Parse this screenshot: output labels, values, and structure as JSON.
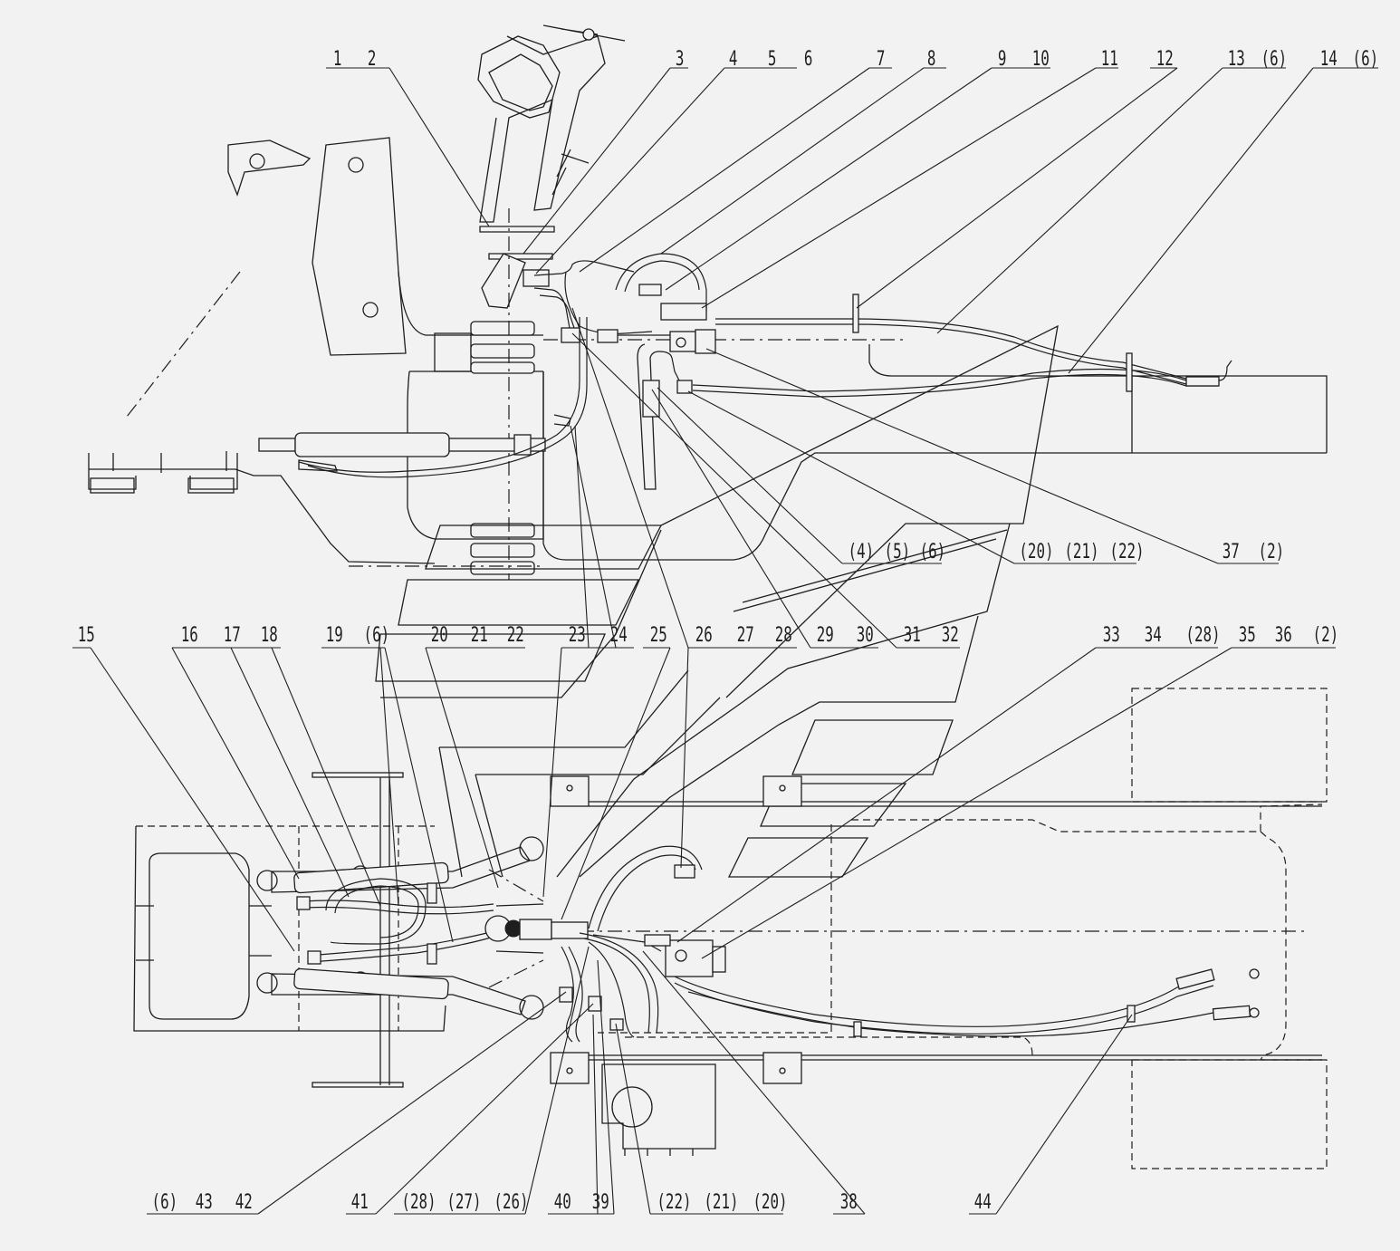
{
  "callouts_top": [
    {
      "id": "c1",
      "text": "1"
    },
    {
      "id": "c2",
      "text": "2"
    },
    {
      "id": "c3",
      "text": "3"
    },
    {
      "id": "c4",
      "text": "4"
    },
    {
      "id": "c5",
      "text": "5"
    },
    {
      "id": "c6",
      "text": "6"
    },
    {
      "id": "c7",
      "text": "7"
    },
    {
      "id": "c8",
      "text": "8"
    },
    {
      "id": "c9",
      "text": "9"
    },
    {
      "id": "c10",
      "text": "10"
    },
    {
      "id": "c11",
      "text": "11"
    },
    {
      "id": "c12",
      "text": "12"
    },
    {
      "id": "c13",
      "text": "13"
    },
    {
      "id": "c13b",
      "text": "(6)"
    },
    {
      "id": "c14",
      "text": "14"
    },
    {
      "id": "c14b",
      "text": "(6)"
    }
  ],
  "callouts_mid": [
    {
      "id": "m4",
      "text": "(4)"
    },
    {
      "id": "m5",
      "text": "(5)"
    },
    {
      "id": "m6",
      "text": "(6)"
    },
    {
      "id": "m20",
      "text": "(20)"
    },
    {
      "id": "m21",
      "text": "(21)"
    },
    {
      "id": "m22",
      "text": "(22)"
    },
    {
      "id": "m37",
      "text": "37"
    },
    {
      "id": "m37b",
      "text": "(2)"
    },
    {
      "id": "m15",
      "text": "15"
    },
    {
      "id": "m16",
      "text": "16"
    },
    {
      "id": "m17",
      "text": "17"
    },
    {
      "id": "m18",
      "text": "18"
    },
    {
      "id": "m19",
      "text": "19"
    },
    {
      "id": "m19b",
      "text": "(6)"
    },
    {
      "id": "m20b",
      "text": "20"
    },
    {
      "id": "m21b",
      "text": "21"
    },
    {
      "id": "m22b",
      "text": "22"
    },
    {
      "id": "m23",
      "text": "23"
    },
    {
      "id": "m24",
      "text": "24"
    },
    {
      "id": "m25",
      "text": "25"
    },
    {
      "id": "m26",
      "text": "26"
    },
    {
      "id": "m27",
      "text": "27"
    },
    {
      "id": "m28",
      "text": "28"
    },
    {
      "id": "m29",
      "text": "29"
    },
    {
      "id": "m30",
      "text": "30"
    },
    {
      "id": "m31",
      "text": "31"
    },
    {
      "id": "m32",
      "text": "32"
    },
    {
      "id": "m33",
      "text": "33"
    },
    {
      "id": "m34",
      "text": "34"
    },
    {
      "id": "m34b",
      "text": "(28)"
    },
    {
      "id": "m35",
      "text": "35"
    },
    {
      "id": "m36",
      "text": "36"
    },
    {
      "id": "m36b",
      "text": "(2)"
    }
  ],
  "callouts_bottom": [
    {
      "id": "b6",
      "text": "(6)"
    },
    {
      "id": "b43",
      "text": "43"
    },
    {
      "id": "b42",
      "text": "42"
    },
    {
      "id": "b41",
      "text": "41"
    },
    {
      "id": "b28",
      "text": "(28)"
    },
    {
      "id": "b27",
      "text": "(27)"
    },
    {
      "id": "b26",
      "text": "(26)"
    },
    {
      "id": "b40",
      "text": "40"
    },
    {
      "id": "b39",
      "text": "39"
    },
    {
      "id": "b22",
      "text": "(22)"
    },
    {
      "id": "b21",
      "text": "(21)"
    },
    {
      "id": "b20",
      "text": "(20)"
    },
    {
      "id": "b38",
      "text": "38"
    },
    {
      "id": "b44",
      "text": "44"
    }
  ]
}
